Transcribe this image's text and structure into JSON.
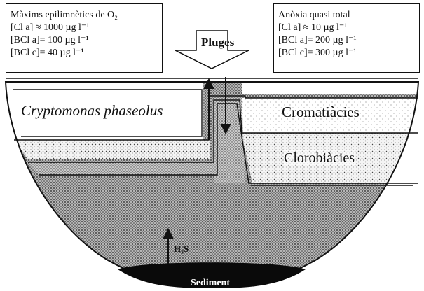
{
  "left_box": {
    "lines": [
      "Màxims epilimnètics de O₂",
      "[Cl a] ≈ 1000 µg l⁻¹",
      "[BCl a]= 100 µg l⁻¹",
      "[BCl c]=  40 µg l⁻¹"
    ]
  },
  "right_box": {
    "lines": [
      "Anòxia quasi total",
      "[Cl a] ≈      10 µg l⁻¹",
      "[BCl a]= 200 µg l⁻¹",
      "[BCl c]= 300 µg l⁻¹"
    ]
  },
  "labels": {
    "pluges": "Pluges",
    "cryptomonas": "Cryptomonas phaseolus",
    "cromatiacies": "Cromatiàcies",
    "clorobiacies": "Clorobiàcies",
    "h2s": "H₂S",
    "sediment": "Sediment"
  },
  "colors": {
    "line": "#111111",
    "sediment": "#0a0a0a",
    "background": "#ffffff"
  }
}
